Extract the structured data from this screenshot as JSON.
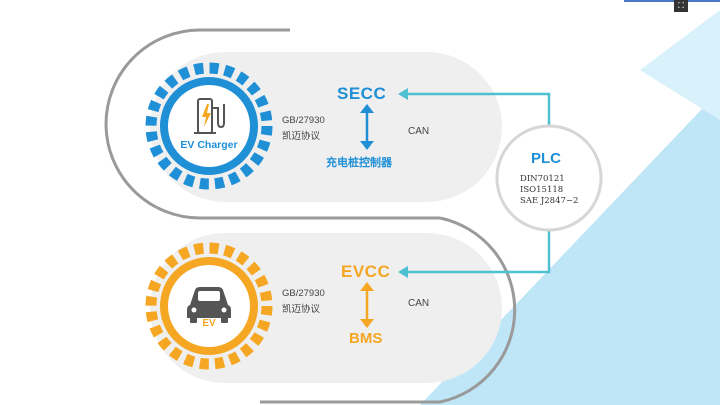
{
  "charger": {
    "label": "EV Charger",
    "protocol": "GB/27930",
    "protocol_sub": "凯迈协议",
    "controller": "SECC",
    "controller_cn": "充电桩控制器",
    "bus": "CAN"
  },
  "vehicle": {
    "label": "EV",
    "protocol": "GB/27930",
    "protocol_sub": "凯迈协议",
    "controller": "EVCC",
    "bms": "BMS",
    "bus": "CAN"
  },
  "plc": {
    "title": "PLC",
    "standards": [
      "DIN70121",
      "ISO15118",
      "SAE J2847−2"
    ]
  },
  "colors": {
    "blue": "#1f8fd6",
    "orange": "#f5a623",
    "cyan_line": "#4fc0d0",
    "light_blue_bg": "#bfe6f7"
  },
  "icons": {
    "charger": "ev-charger-icon",
    "car": "car-icon",
    "gear": "gear-ring-icon",
    "fullscreen": "fullscreen-icon"
  }
}
